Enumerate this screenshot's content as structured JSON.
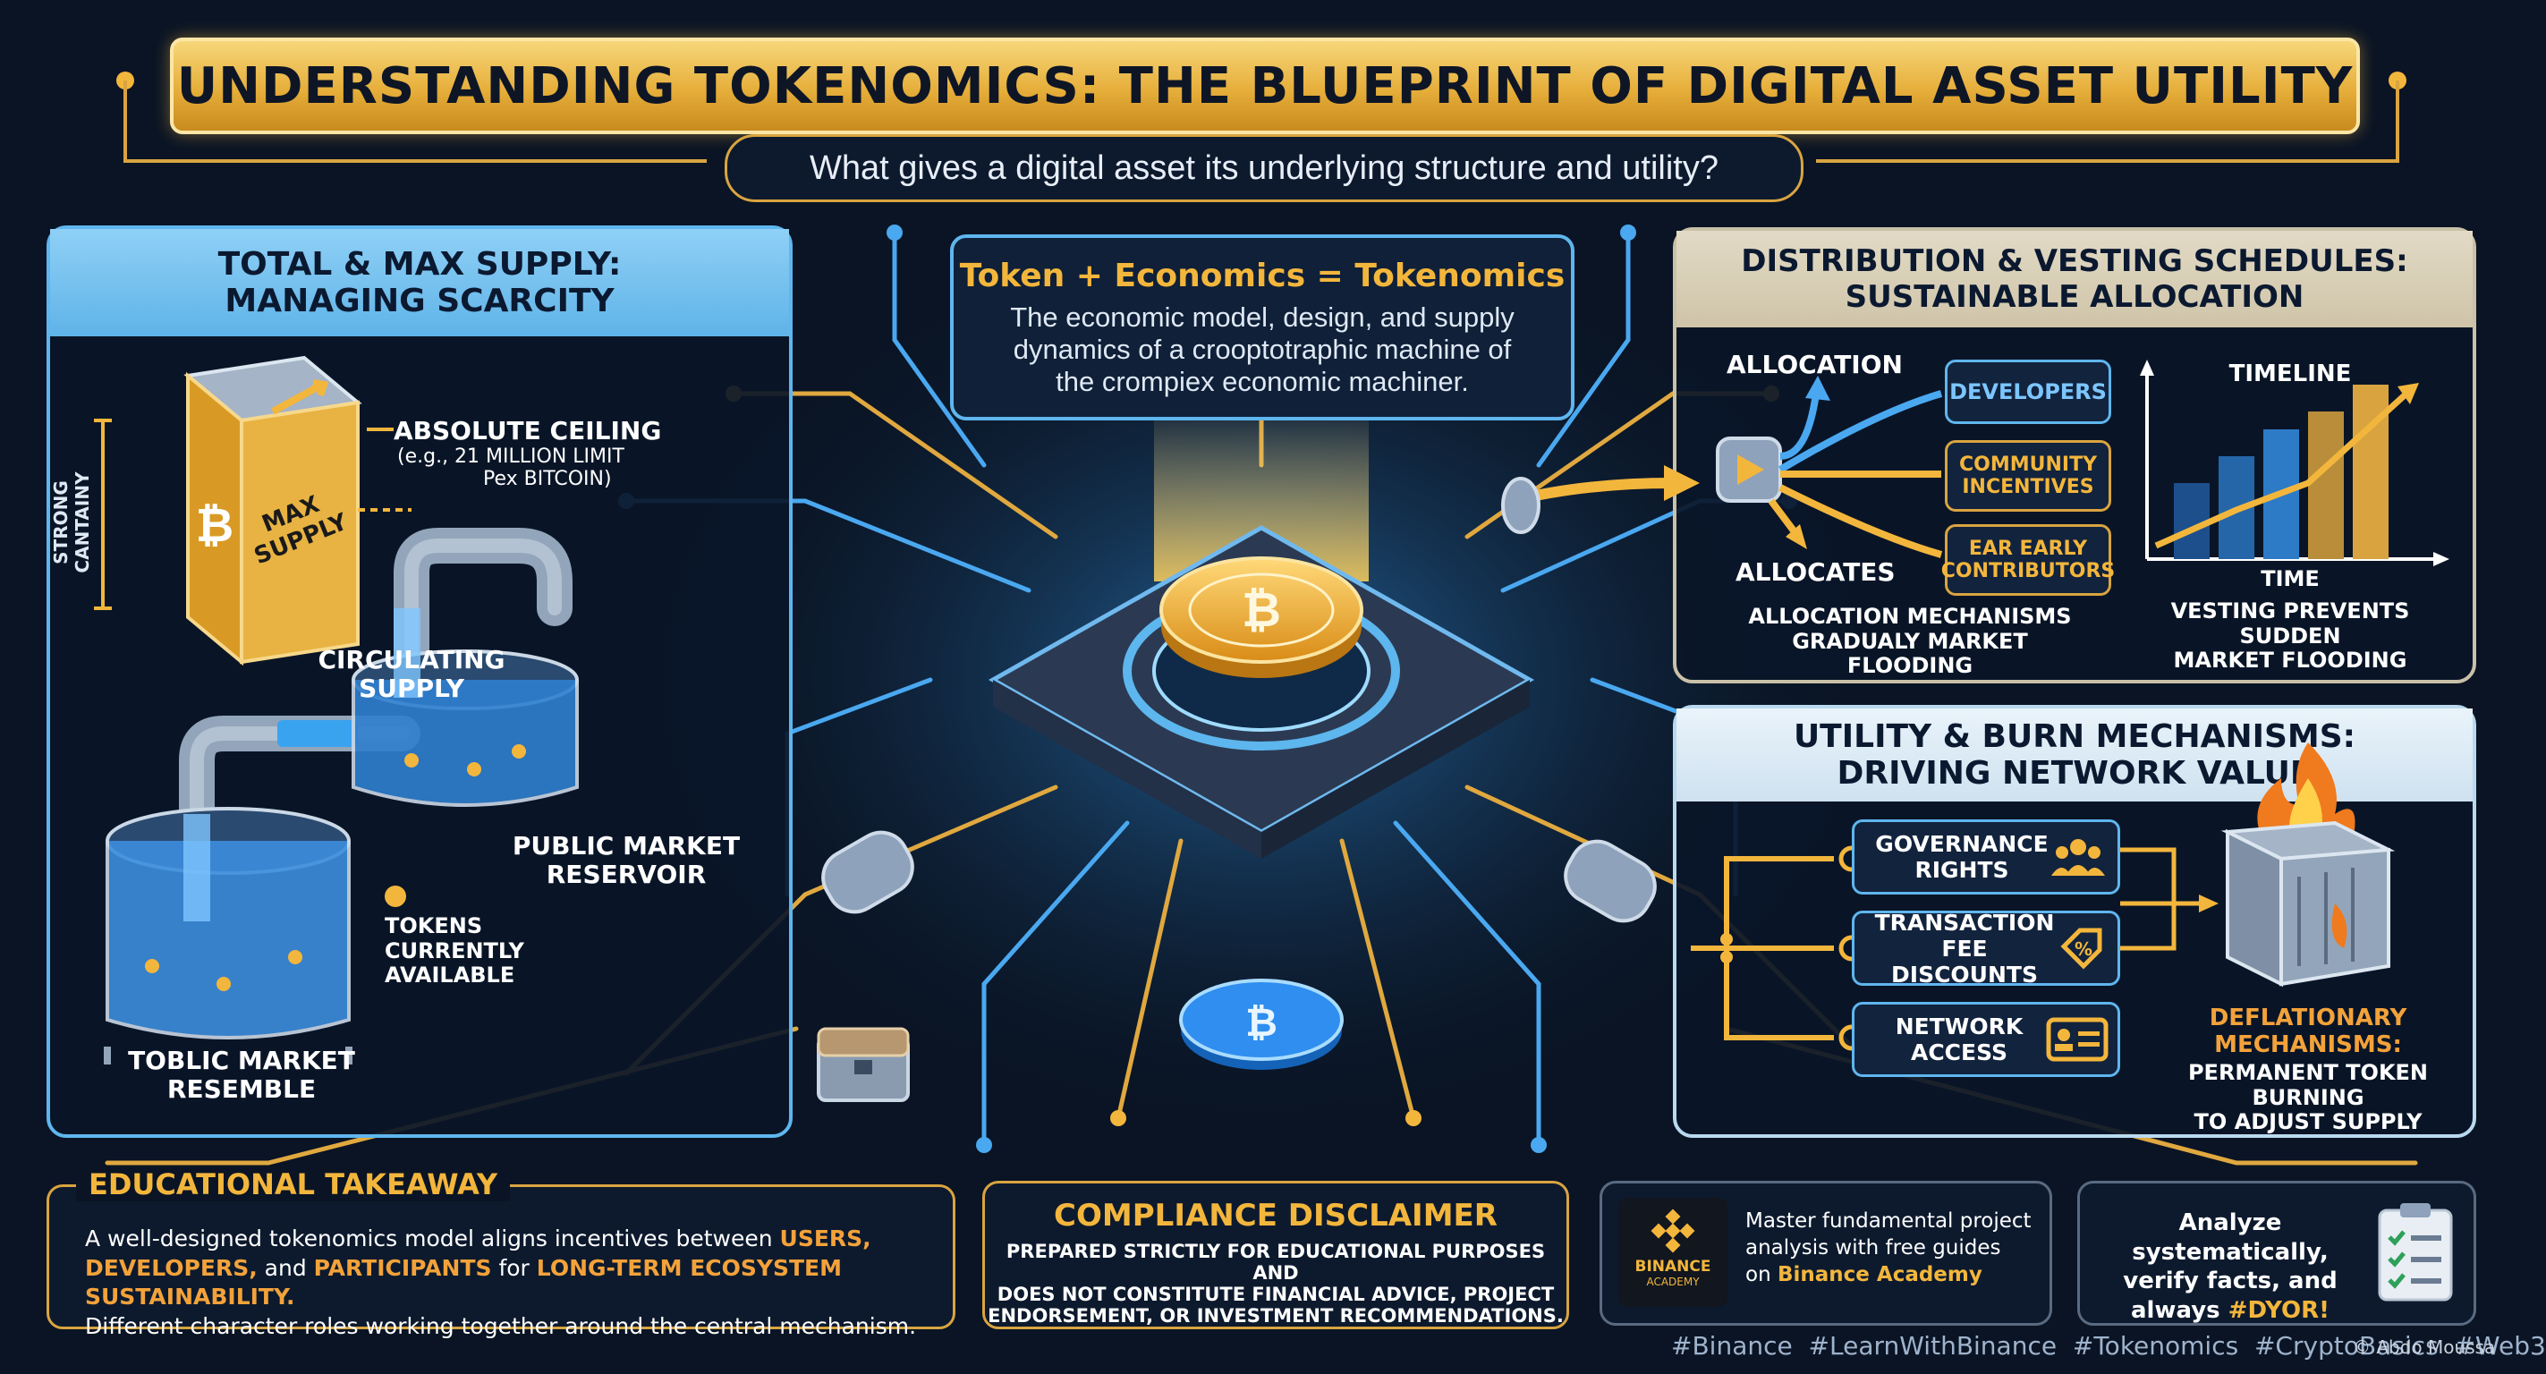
{
  "title": "UNDERSTANDING TOKENOMICS: THE BLUEPRINT OF DIGITAL ASSET UTILITY",
  "subtitle": "What gives a digital asset its underlying structure and utility?",
  "center": {
    "heading": "Token + Economics = Tokenomics",
    "body_line1": "The economic model, design, and supply",
    "body_line2": "dynamics of a crooptotraphic machine of",
    "body_line3": "the crompiex economic machiner."
  },
  "supply_panel": {
    "title_line1": "TOTAL & MAX SUPPLY:",
    "title_line2": "MANAGING SCARCITY",
    "vertical_label": "STRONG CANTAINY",
    "max_supply_label": "MAX SUPPLY",
    "ceiling_line1": "ABSOLUTE CEILING",
    "ceiling_line2": "(e.g., 21 MILLION LIMIT",
    "ceiling_line3": "Pex BITCOIN)",
    "circulating_line1": "CIRCULATING",
    "circulating_line2": "SUPPLY",
    "public_line1": "PUBLIC MARKET",
    "public_line2": "RESERVOIR",
    "tokens_line1": "TOKENS",
    "tokens_line2": "CURRENTLY",
    "tokens_line3": "AVAILABLE",
    "toblic_line1": "TOBLIC MARKET",
    "toblic_line2": "RESEMBLE"
  },
  "distribution_panel": {
    "title_line1": "DISTRIBUTION & VESTING SCHEDULES:",
    "title_line2": "SUSTAINABLE ALLOCATION",
    "allocation": "ALLOCATION",
    "allocates": "ALLOCATES",
    "box_developers": "DEVELOPERS",
    "box_community_1": "COMMUNITY",
    "box_community_2": "INCENTIVES",
    "box_early_1": "EAR EARLY",
    "box_early_2": "CONTRIBUTORS",
    "mech_line1": "ALLOCATION MECHANISMS",
    "mech_line2": "GRADUALY MARKET FLOODING",
    "timeline": "TIMELINE",
    "time": "TIME",
    "vesting_line1": "VESTING PREVENTS SUDDEN",
    "vesting_line2": "MARKET FLOODING"
  },
  "utility_panel": {
    "title_line1": "UTILITY & BURN MECHANISMS:",
    "title_line2": "DRIVING NETWORK VALUE",
    "gov_line1": "GOVERNANCE",
    "gov_line2": "RIGHTS",
    "tx_line1": "TRANSACTION",
    "tx_line2": "FEE DISCOUNTS",
    "net_line1": "NETWORK",
    "net_line2": "ACCESS",
    "defl_line1": "DEFLATIONARY",
    "defl_line2": "MECHANISMS:",
    "perm_line1": "PERMANENT TOKEN BURNING",
    "perm_line2": "TO ADJUST SUPPLY"
  },
  "takeaway": {
    "heading": "EDUCATIONAL TAKEAWAY",
    "t1": "A well-designed tokenomics model aligns incentives between ",
    "t2": "USERS,",
    "t3": "DEVELOPERS,",
    "t4": " and ",
    "t5": "PARTICIPANTS",
    "t6": " for ",
    "t7": "LONG-TERM ECOSYSTEM SUSTAINABILITY.",
    "t8": "Different character roles working together around the central mechanism."
  },
  "disclaimer": {
    "heading": "COMPLIANCE DISCLAIMER",
    "line1": "PREPARED STRICTLY FOR EDUCATIONAL PURPOSES AND",
    "line2": "DOES NOT CONSTITUTE FINANCIAL ADVICE, PROJECT",
    "line3": "ENDORSEMENT, OR INVESTMENT RECOMMENDATIONS."
  },
  "academy": {
    "logo_line1": "BINANCE",
    "logo_line2": "ACADEMY",
    "line1": "Master fundamental project",
    "line2": "analysis with free guides",
    "line3_pre": "on ",
    "line3_link": "Binance Academy"
  },
  "dyor": {
    "line1": "Analyze systematically,",
    "line2": "verify facts, and",
    "line3_pre": "always ",
    "line3_em": "#DYOR!"
  },
  "hashtags": "#Binance  #LearnWithBinance  #Tokenomics  #CryptoBasics  #Web3",
  "credit": "© Abdo Moussa",
  "colors": {
    "background": "#0a1424",
    "gold": "#f3b63c",
    "blue_accent": "#5fb6ee",
    "panel_head_blue": "#7cc6f2",
    "panel_head_beige": "#d8cfb8"
  },
  "icons": [
    "bitcoin-coin-icon",
    "chip-icon",
    "max-supply-box-icon",
    "pipe-icon",
    "reservoir-icon",
    "funnel-icon",
    "growth-chart-icon",
    "people-icon",
    "percent-tag-icon",
    "id-card-icon",
    "burn-bin-icon",
    "clipboard-checklist-icon",
    "binance-logo-icon"
  ]
}
